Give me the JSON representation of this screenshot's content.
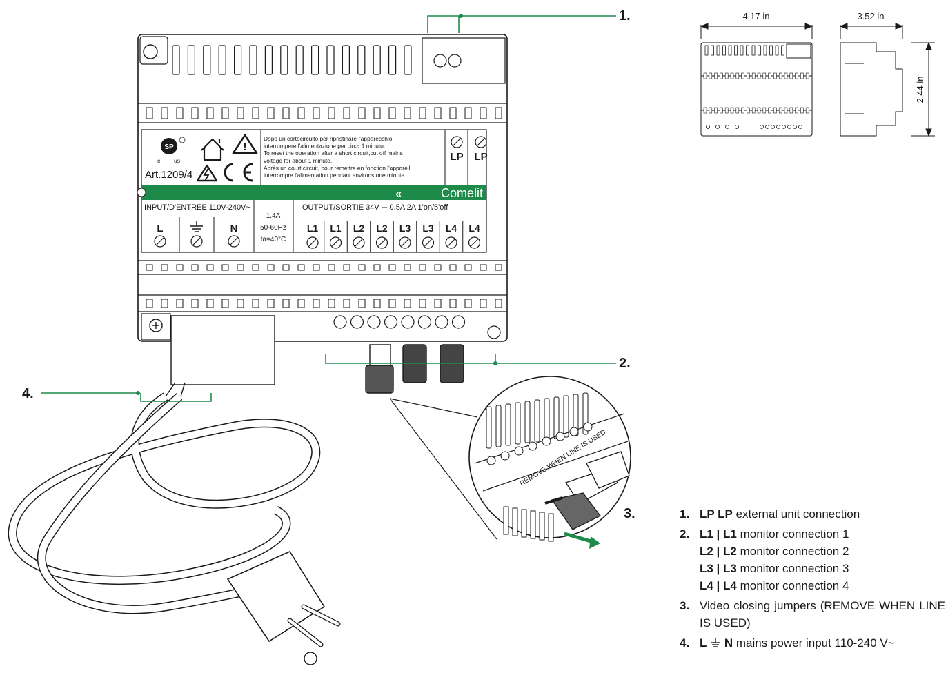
{
  "callouts": {
    "c1": "1.",
    "c2": "2.",
    "c3": "3.",
    "c4": "4."
  },
  "dimensions": {
    "width": "4.17 in",
    "depth": "3.52 in",
    "height": "2.44 in"
  },
  "device": {
    "brand": "Comelit",
    "article": "Art.1209/4",
    "cert_c": "c",
    "cert_us": "us",
    "notice_lines": [
      "Dopo un cortocircuito,per ripristinare l'apparecchio,",
      "interrompere l'alimentazione per circa 1 minuto.",
      "To reset the operation after a short circuit,cut off mains",
      "voltage for about 1 minute.",
      "Après un court circuit, pour remettre en fonction l'appareil,",
      "interrompre l'alimentation pendant environs une minute."
    ],
    "lp_terminals": [
      "LP",
      "LP"
    ],
    "input_label": "INPUT/D'ENTRÉE 110V-240V~",
    "input_terminals": [
      "L",
      "N"
    ],
    "specs": [
      "1.4A",
      "50-60Hz",
      "ta=40°C"
    ],
    "output_label": "OUTPUT/SORTIE 34V ⎓ 0.5A   2A 1'on/5'off",
    "output_terminals": [
      "L1",
      "L1",
      "L2",
      "L2",
      "L3",
      "L3",
      "L4",
      "L4"
    ],
    "jumper_label": "REMOVE WHEN LINE IS USED"
  },
  "legend": [
    {
      "num": "1.",
      "lines": [
        {
          "bold": "LP LP",
          "text": " external unit connection"
        }
      ]
    },
    {
      "num": "2.",
      "lines": [
        {
          "bold": "L1 | L1",
          "text": " monitor connection 1"
        },
        {
          "bold": "L2 | L2",
          "text": " monitor connection 2"
        },
        {
          "bold": "L3 | L3",
          "text": " monitor connection 3"
        },
        {
          "bold": "L4 | L4",
          "text": " monitor connection 4"
        }
      ]
    },
    {
      "num": "3.",
      "text": "Video closing jumpers (REMOVE WHEN LINE IS USED)"
    },
    {
      "num": "4.",
      "bold_a": "L",
      "bold_b": "N",
      "text": "mains power input 110-240 V~"
    }
  ],
  "colors": {
    "brand_green": "#1e8a4a",
    "callout_green": "#1e8a4a",
    "line": "#1a1a1a"
  }
}
